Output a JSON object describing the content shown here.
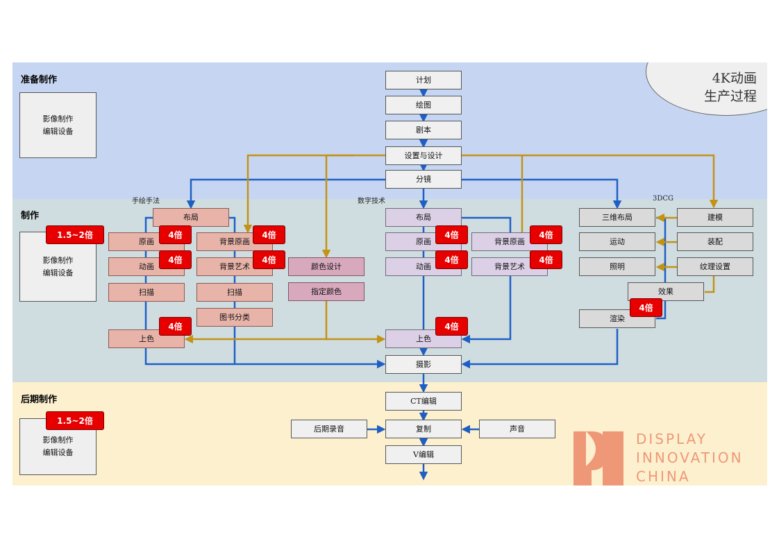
{
  "title": {
    "line1": "4K动画",
    "line2": "生产过程"
  },
  "sections": {
    "prep": "准备制作",
    "prod": "制作",
    "post": "后期制作"
  },
  "side_boxes": {
    "prep": {
      "line1": "影像制作",
      "line2": "编辑设备"
    },
    "prod": {
      "line1": "影像制作",
      "line2": "编辑设备"
    },
    "post": {
      "line1": "影像制作",
      "line2": "编辑设备"
    }
  },
  "group_labels": {
    "hand": "手绘手法",
    "digital": "数字技术",
    "cg": "3DCG"
  },
  "main_flow": [
    "计划",
    "绘图",
    "剧本",
    "设置与设计",
    "分镜"
  ],
  "hand": {
    "layout": "布局",
    "genga": "原画",
    "douga": "动画",
    "scan1": "扫描",
    "coloring": "上色",
    "bg_genga": "背景原画",
    "bg_art": "背景艺术",
    "scan2": "扫描",
    "book_class": "图书分类"
  },
  "color": {
    "design": "颜色设计",
    "assign": "指定颜色"
  },
  "digital": {
    "layout": "布局",
    "genga": "原画",
    "douga": "动画",
    "bg_genga": "背景原画",
    "bg_art": "背景艺术",
    "coloring": "上色"
  },
  "cg": {
    "layout3d": "三维布局",
    "motion": "运动",
    "lighting": "照明",
    "render": "渲染",
    "modeling": "建模",
    "rigging": "装配",
    "texture": "纹理设置",
    "effects": "效果"
  },
  "shooting": "摄影",
  "post": {
    "ct_edit": "CT编辑",
    "dub": "复制",
    "v_edit": "V编辑",
    "after_rec": "后期录音",
    "sound": "声音"
  },
  "badges": {
    "x4": "4倍",
    "range": "1.5~2倍"
  },
  "brand": [
    "DISPLAY",
    "INNOVATION",
    "CHINA"
  ],
  "colors": {
    "prep_band": "#c6d6f2",
    "prod_band": "#cfdde0",
    "post_band": "#fdf0ce",
    "blue_line": "#1f5fc4",
    "gold_line": "#c39216",
    "badge": "#e60000",
    "brand": "#ee9878"
  }
}
